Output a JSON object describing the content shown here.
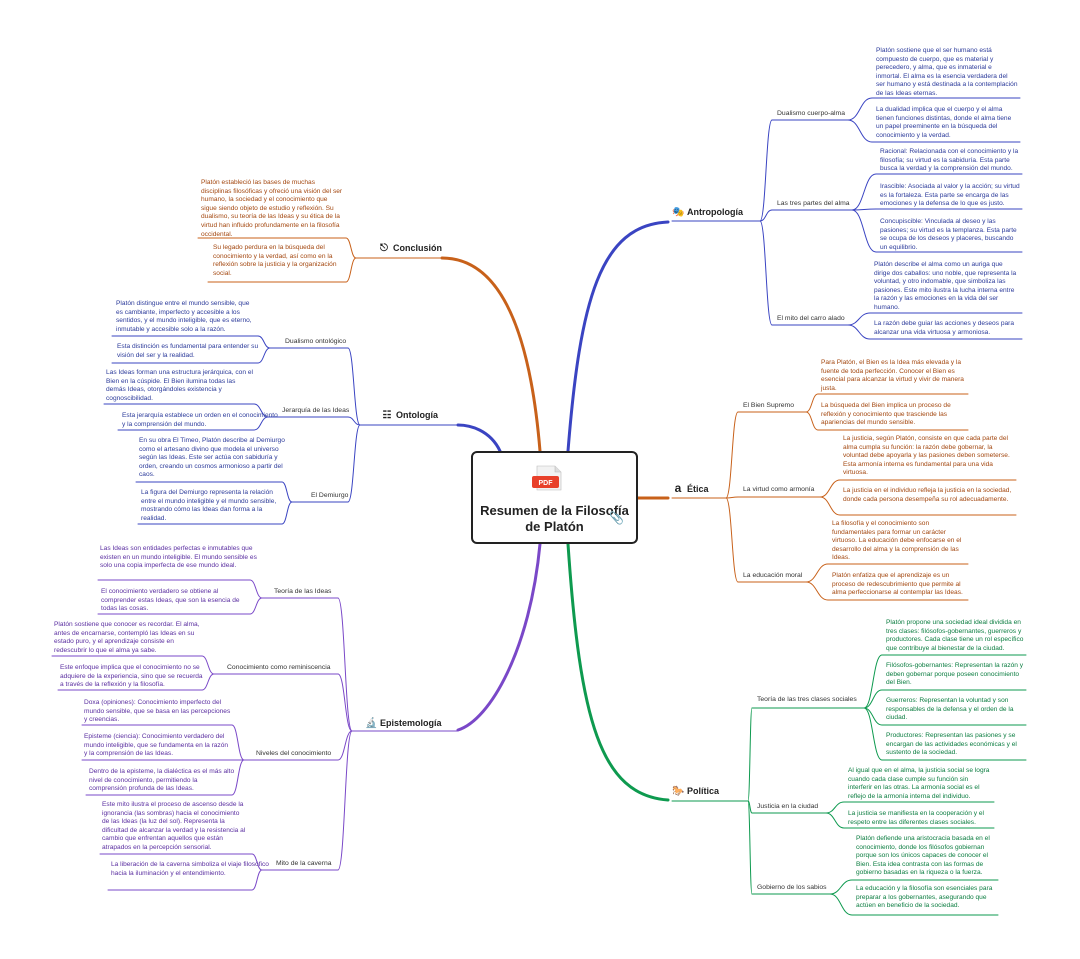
{
  "central": {
    "title": "Resumen de la Filosofía de Platón",
    "icon_badge": "PDF",
    "icon": "pdf-file-icon",
    "attach_icon": "paperclip-icon"
  },
  "colors": {
    "antropologia": "#3a44c2",
    "etica": "#c8611a",
    "politica": "#0e9a4f",
    "epistemologia": "#7a48c8",
    "ontologia": "#3a44c2",
    "conclusion": "#c8611a"
  },
  "branches": {
    "antropologia": {
      "label": "Antropología",
      "icon": "masks-icon",
      "subs": [
        {
          "label": "Dualismo cuerpo-alma",
          "leaves": [
            "Platón sostiene que el ser humano está compuesto de cuerpo, que es material y perecedero, y alma, que es inmaterial e inmortal. El alma es la esencia verdadera del ser humano y está destinada a la contemplación de las Ideas eternas.",
            "La dualidad implica que el cuerpo y el alma tienen funciones distintas, donde el alma tiene un papel preeminente en la búsqueda del conocimiento y la verdad."
          ]
        },
        {
          "label": "Las tres partes del alma",
          "leaves": [
            "Racional: Relacionada con el conocimiento y la filosofía; su virtud es la sabiduría. Esta parte busca la verdad y la comprensión del mundo.",
            "Irascible: Asociada al valor y la acción; su virtud es la fortaleza. Esta parte se encarga de las emociones y la defensa de lo que es justo.",
            "Concupiscible: Vinculada al deseo y las pasiones; su virtud es la templanza. Esta parte se ocupa de los deseos y placeres, buscando un equilibrio."
          ]
        },
        {
          "label": "El mito del carro alado",
          "leaves": [
            "Platón describe el alma como un auriga que dirige dos caballos: uno noble, que representa la voluntad, y otro indomable, que simboliza las pasiones. Este mito ilustra la lucha interna entre la razón y las emociones en la vida del ser humano.",
            "La razón debe guiar las acciones y deseos para alcanzar una vida virtuosa y armoniosa."
          ]
        }
      ]
    },
    "etica": {
      "label": "Ética",
      "icon": "letter-a-icon",
      "subs": [
        {
          "label": "El Bien Supremo",
          "leaves": [
            "Para Platón, el Bien es la Idea más elevada y la fuente de toda perfección. Conocer el Bien es esencial para alcanzar la virtud y vivir de manera justa.",
            "La búsqueda del Bien implica un proceso de reflexión y conocimiento que trasciende las apariencias del mundo sensible."
          ]
        },
        {
          "label": "La virtud como armonía",
          "leaves": [
            "La justicia, según Platón, consiste en que cada parte del alma cumpla su función: la razón debe gobernar, la voluntad debe apoyarla y las pasiones deben someterse. Esta armonía interna es fundamental para una vida virtuosa.",
            "La justicia en el individuo refleja la justicia en la sociedad, donde cada persona desempeña su rol adecuadamente."
          ]
        },
        {
          "label": "La educación moral",
          "leaves": [
            "La filosofía y el conocimiento son fundamentales para formar un carácter virtuoso. La educación debe enfocarse en el desarrollo del alma y la comprensión de las Ideas.",
            "Platón enfatiza que el aprendizaje es un proceso de redescubrimiento que permite al alma perfeccionarse al contemplar las Ideas."
          ]
        }
      ]
    },
    "politica": {
      "label": "Política",
      "icon": "horse-icon",
      "subs": [
        {
          "label": "Teoría de las tres clases sociales",
          "leaves": [
            "Platón propone una sociedad ideal dividida en tres clases: filósofos-gobernantes, guerreros y productores. Cada clase tiene un rol específico que contribuye al bienestar de la ciudad.",
            "Filósofos-gobernantes: Representan la razón y deben gobernar porque poseen conocimiento del Bien.",
            "Guerreros: Representan la voluntad y son responsables de la defensa y el orden de la ciudad.",
            "Productores: Representan las pasiones y se encargan de las actividades económicas y el sustento de la sociedad."
          ]
        },
        {
          "label": "Justicia en la ciudad",
          "leaves": [
            "Al igual que en el alma, la justicia social se logra cuando cada clase cumple su función sin interferir en las otras. La armonía social es el reflejo de la armonía interna del individuo.",
            "La justicia se manifiesta en la cooperación y el respeto entre las diferentes clases sociales."
          ]
        },
        {
          "label": "Gobierno de los sabios",
          "leaves": [
            "Platón defiende una aristocracia basada en el conocimiento, donde los filósofos gobiernan porque son los únicos capaces de conocer el Bien. Esta idea contrasta con las formas de gobierno basadas en la riqueza o la fuerza.",
            "La educación y la filosofía son esenciales para preparar a los gobernantes, asegurando que actúen en beneficio de la sociedad."
          ]
        }
      ]
    },
    "epistemologia": {
      "label": "Epistemología",
      "icon": "microscope-icon",
      "subs": [
        {
          "label": "Teoría de las Ideas",
          "leaves": [
            "Las Ideas son entidades perfectas e inmutables que existen en un mundo inteligible. El mundo sensible es solo una copia imperfecta de ese mundo ideal.",
            "El conocimiento verdadero se obtiene al comprender estas Ideas, que son la esencia de todas las cosas."
          ]
        },
        {
          "label": "Conocimiento como reminiscencia",
          "leaves": [
            "Platón sostiene que conocer es recordar. El alma, antes de encarnarse, contempló las Ideas en su estado puro, y el aprendizaje consiste en redescubrir lo que el alma ya sabe.",
            "Este enfoque implica que el conocimiento no se adquiere de la experiencia, sino que se recuerda a través de la reflexión y la filosofía."
          ]
        },
        {
          "label": "Niveles del conocimiento",
          "leaves": [
            "Doxa (opiniones): Conocimiento imperfecto del mundo sensible, que se basa en las percepciones y creencias.",
            "Episteme (ciencia): Conocimiento verdadero del mundo inteligible, que se fundamenta en la razón y la comprensión de las Ideas.",
            "Dentro de la episteme, la dialéctica es el más alto nivel de conocimiento, permitiendo la comprensión profunda de las Ideas."
          ]
        },
        {
          "label": "Mito de la caverna",
          "leaves": [
            "Este mito ilustra el proceso de ascenso desde la ignorancia (las sombras) hacia el conocimiento de las Ideas (la luz del sol). Representa la dificultad de alcanzar la verdad y la resistencia al cambio que enfrentan aquellos que están atrapados en la percepción sensorial.",
            "La liberación de la caverna simboliza el viaje filosófico hacia la iluminación y el entendimiento."
          ]
        }
      ]
    },
    "ontologia": {
      "label": "Ontología",
      "icon": "hierarchy-icon",
      "subs": [
        {
          "label": "Dualismo ontológico",
          "leaves": [
            "Platón distingue entre el mundo sensible, que es cambiante, imperfecto y accesible a los sentidos, y el mundo inteligible, que es eterno, inmutable y accesible solo a la razón.",
            "Esta distinción es fundamental para entender su visión del ser y la realidad."
          ]
        },
        {
          "label": "Jerarquía de las Ideas",
          "leaves": [
            "Las Ideas forman una estructura jerárquica, con el Bien en la cúspide. El Bien ilumina todas las demás Ideas, otorgándoles existencia y cognoscibilidad.",
            "Esta jerarquía establece un orden en el conocimiento y la comprensión del mundo."
          ]
        },
        {
          "label": "El Demiurgo",
          "leaves": [
            "En su obra El Timeo, Platón describe al Demiurgo como el artesano divino que modela el universo según las Ideas. Este ser actúa con sabiduría y orden, creando un cosmos armonioso a partir del caos.",
            "La figura del Demiurgo representa la relación entre el mundo inteligible y el mundo sensible, mostrando cómo las Ideas dan forma a la realidad."
          ]
        }
      ]
    },
    "conclusion": {
      "label": "Conclusión",
      "icon": "conclusion-icon",
      "leaves": [
        "Platón estableció las bases de muchas disciplinas filosóficas y ofreció una visión del ser humano, la sociedad y el conocimiento que sigue siendo objeto de estudio y reflexión. Su dualismo, su teoría de las Ideas y su ética de la virtud han influido profundamente en la filosofía occidental.",
        "Su legado perdura en la búsqueda del conocimiento y la verdad, así como en la reflexión sobre la justicia y la organización social."
      ]
    }
  }
}
